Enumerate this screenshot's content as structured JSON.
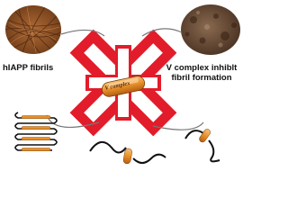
{
  "labels": {
    "left": "hIAPP fibrils",
    "right": "V complex inhiblt\nfibril formation",
    "capsule": "V complex"
  },
  "colors": {
    "cross_red": "#e21c2a",
    "capsule": "#e8902a",
    "fibril_brown": "#7b4a24",
    "chain": "#222222"
  },
  "icons": {
    "left_image": "fibril-micrograph",
    "right_image": "amorphous-micrograph",
    "center": "medical-cross-with-capsule"
  }
}
